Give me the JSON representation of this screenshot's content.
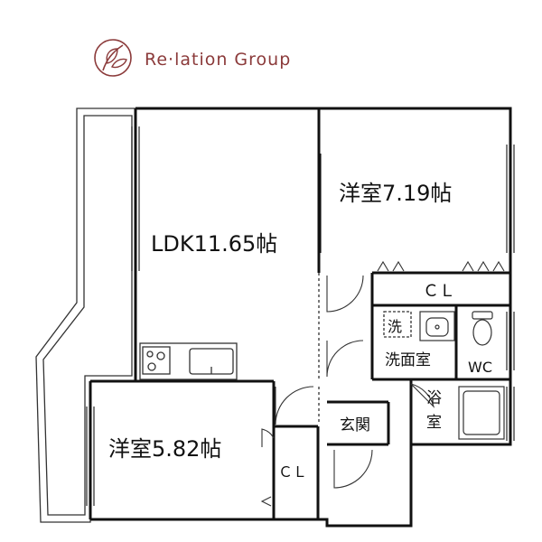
{
  "brand": {
    "name": "Re·lation Group",
    "color": "#8b3a3a",
    "logo_icon": "leaf-circle-icon"
  },
  "rooms": {
    "ldk": "LDK11.65帖",
    "bedroom_large": "洋室7.19帖",
    "bedroom_small": "洋室5.82帖",
    "closet_large": "ＣＬ",
    "closet_small": "ＣＬ",
    "washer": "洗",
    "washroom": "洗面室",
    "toilet": "WC",
    "bath_line1": "浴",
    "bath_line2": "室",
    "entrance": "玄関"
  },
  "colors": {
    "wall": "#111111",
    "line": "#333333"
  }
}
